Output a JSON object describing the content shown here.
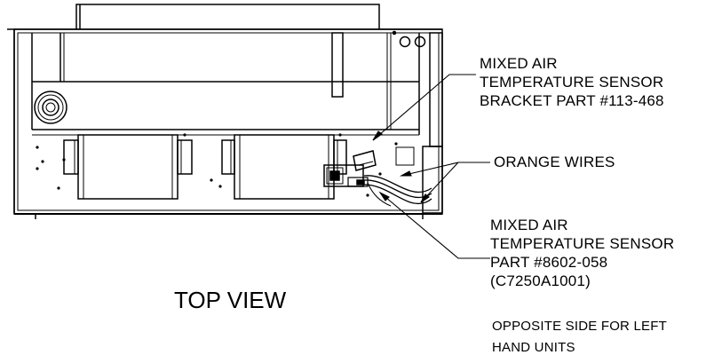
{
  "callouts": {
    "bracket": {
      "lines": [
        "MIXED AIR",
        "TEMPERATURE SENSOR",
        "BRACKET PART #113-468"
      ]
    },
    "wires": {
      "label": "ORANGE WIRES"
    },
    "sensor": {
      "lines": [
        "MIXED AIR",
        "TEMPERATURE SENSOR",
        "PART #8602-058",
        "(C7250A1001)"
      ]
    },
    "note": {
      "lines": [
        "OPPOSITE SIDE FOR LEFT",
        "HAND UNITS"
      ]
    }
  },
  "view_title": "TOP VIEW"
}
